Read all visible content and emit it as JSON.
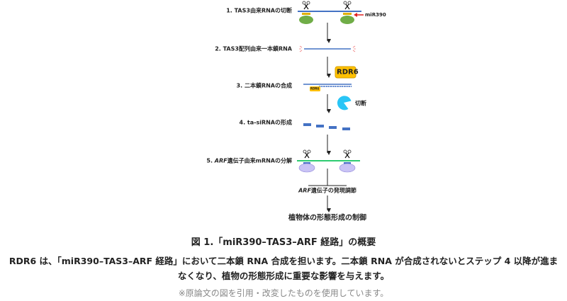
{
  "diagram": {
    "steps": [
      {
        "num": "1.",
        "text": "TAS3由来RNAの切断"
      },
      {
        "num": "2.",
        "text": "TAS3配列由来一本鎖RNA"
      },
      {
        "num": "3.",
        "text": "二本鎖RNAの合成"
      },
      {
        "num": "4.",
        "text": "ta-siRNAの形成"
      },
      {
        "num": "5.",
        "italic": "ARF",
        "text": "遺伝子由来mRNAの分解"
      }
    ],
    "mir390_label": "miR390",
    "rdr6_label": "RDR6",
    "rdr6_small_label": "RDR6",
    "cleavage_label": "切断",
    "regulation": {
      "italic": "ARF",
      "text": "遺伝子の発現調節"
    },
    "outcome": "植物体の形態形成の制御",
    "colors": {
      "rna": "#4472c4",
      "mrna": "#2ecc71",
      "ago_green": "#70ad47",
      "ago_purple": "#c9c3f5",
      "rdr6": "#ffc000",
      "dicer": "#29c5f6",
      "mir390": "#e02020"
    }
  },
  "caption": {
    "title": "図 1.「miR390–TAS3–ARF 経路」の概要",
    "body_line1": "RDR6 は、「miR390–TAS3–ARF 経路」において二本鎖 RNA 合成を担います。二本鎖 RNA が合成されないとステップ 4 以降が進ま",
    "body_line2": "なくなり、植物の形態形成に重要な影響を与えます。",
    "note": "※原論文の図を引用・改変したものを使用しています。"
  }
}
